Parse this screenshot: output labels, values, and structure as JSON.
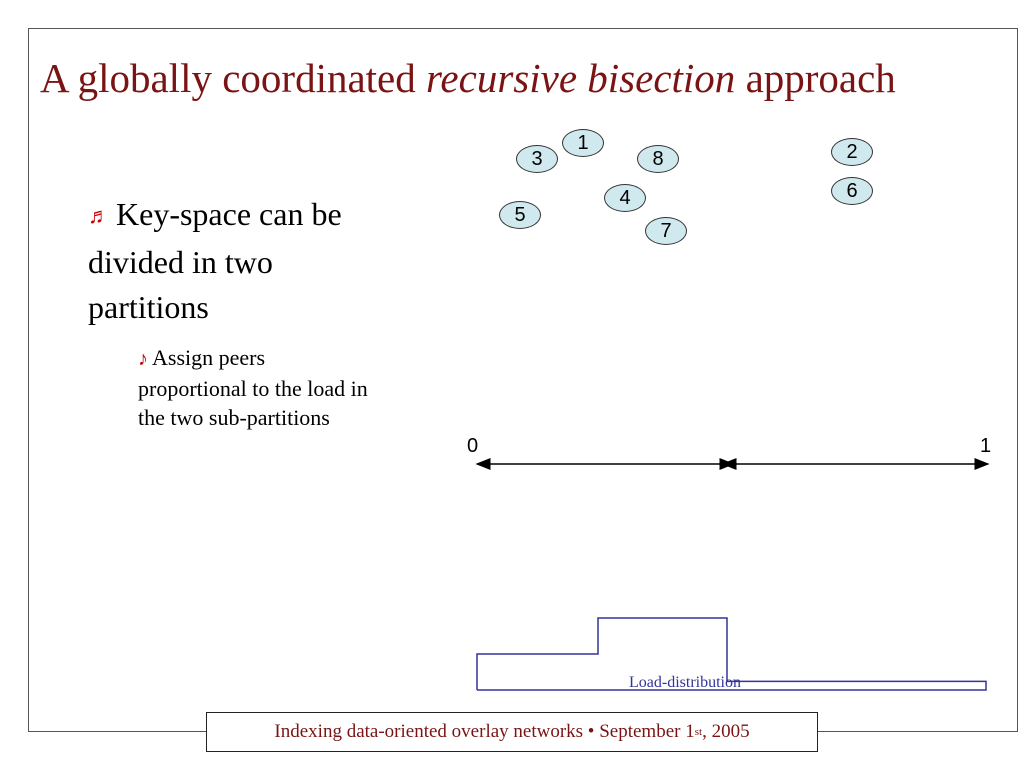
{
  "slide": {
    "title_start": "A globally coordinated ",
    "title_emphasis": "recursive bisection",
    "title_end": " approach",
    "bullets": [
      {
        "icon": "music-note-red-icon",
        "glyph": "♬",
        "text": "Key-space can be divided in two partitions"
      },
      {
        "icon": "music-note-red-icon",
        "glyph": "♪",
        "text": "Assign peers proportional to the load in the two sub-partitions"
      }
    ],
    "accent_color": "#7a1414",
    "bullet_color": "#cc0000"
  },
  "peers": [
    "1",
    "2",
    "3",
    "4",
    "5",
    "6",
    "7",
    "8"
  ],
  "keyspace": {
    "start_label": "0",
    "end_label": "1",
    "split": 0.5
  },
  "load_distribution": {
    "label": "Load-distribution",
    "levels": [
      0.5,
      1.0,
      0.12
    ],
    "color": "#333399"
  },
  "footer": {
    "text_before": "Indexing data-oriented overlay networks • September 1",
    "superscript": "st",
    "text_after": ", 2005"
  }
}
